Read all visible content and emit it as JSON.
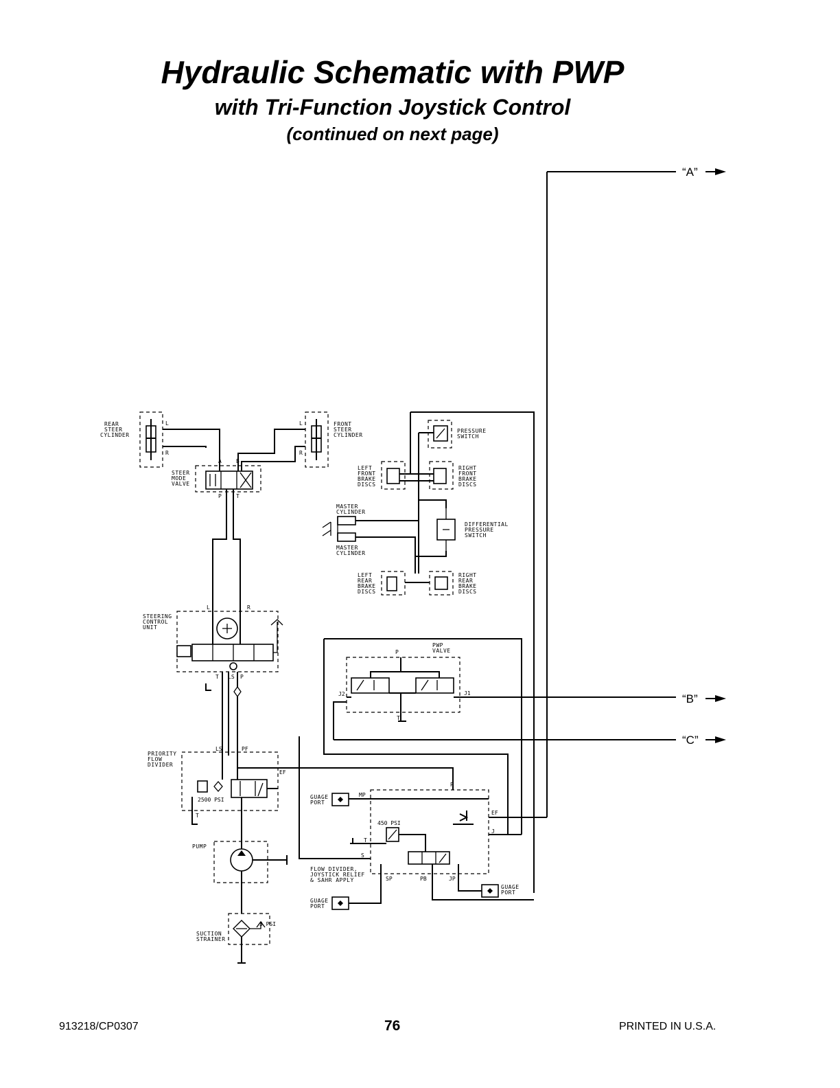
{
  "header": {
    "title": "Hydraulic Schematic with PWP",
    "subtitle": "with Tri-Function Joystick Control",
    "note": "(continued on next page)"
  },
  "connections": {
    "a": "“A”",
    "b": "“B”",
    "c": "“C”"
  },
  "components": {
    "rear_steer_cylinder": [
      "REAR",
      "STEER",
      "CYLINDER"
    ],
    "front_steer_cylinder": [
      "FRONT",
      "STEER",
      "CYLINDER"
    ],
    "steer_mode_valve": [
      "STEER",
      "MODE",
      "VALVE"
    ],
    "pressure_switch": [
      "PRESSURE",
      "SWITCH"
    ],
    "left_front_brake_discs": [
      "LEFT",
      "FRONT",
      "BRAKE",
      "DISCS"
    ],
    "right_front_brake_discs": [
      "RIGHT",
      "FRONT",
      "BRAKE",
      "DISCS"
    ],
    "master_cylinder_top": [
      "MASTER",
      "CYLINDER"
    ],
    "master_cylinder_bottom": [
      "MASTER",
      "CYLINDER"
    ],
    "differential_pressure_switch": [
      "DIFFERENTIAL",
      "PRESSURE",
      "SWITCH"
    ],
    "left_rear_brake_discs": [
      "LEFT",
      "REAR",
      "BRAKE",
      "DISCS"
    ],
    "right_rear_brake_discs": [
      "RIGHT",
      "REAR",
      "BRAKE",
      "DISCS"
    ],
    "steering_control_unit": [
      "STEERING",
      "CONTROL",
      "UNIT"
    ],
    "pwp_valve": [
      "PWP",
      "VALVE"
    ],
    "priority_flow_divider": [
      "PRIORITY",
      "FLOW",
      "DIVIDER"
    ],
    "pump": [
      "PUMP"
    ],
    "suction_strainer": [
      "SUCTION",
      "STRAINER"
    ],
    "guage_port_1": [
      "GUAGE",
      "PORT"
    ],
    "guage_port_2": [
      "GUAGE",
      "PORT"
    ],
    "guage_port_3": [
      "GUAGE",
      "PORT"
    ],
    "flow_divider_joystick": [
      "FLOW DIVIDER,",
      "JOYSTICK RELIEF",
      "& SAHR APPLY"
    ]
  },
  "ports": {
    "L": "L",
    "R": "R",
    "A": "A",
    "B": "B",
    "P": "P",
    "T": "T",
    "LS": "LS",
    "PF": "PF",
    "EF": "EF",
    "J": "J",
    "J1": "J1",
    "J2": "J2",
    "MP": "MP",
    "S": "S",
    "SP": "SP",
    "PB": "PB",
    "JP": "JP"
  },
  "ratings": {
    "relief_2500": "2500 PSI",
    "relief_450": "450 PSI",
    "strainer": "3 PSI"
  },
  "footer": {
    "doc_number": "913218/CP0307",
    "page_number": "76",
    "printed": "PRINTED IN U.S.A."
  }
}
